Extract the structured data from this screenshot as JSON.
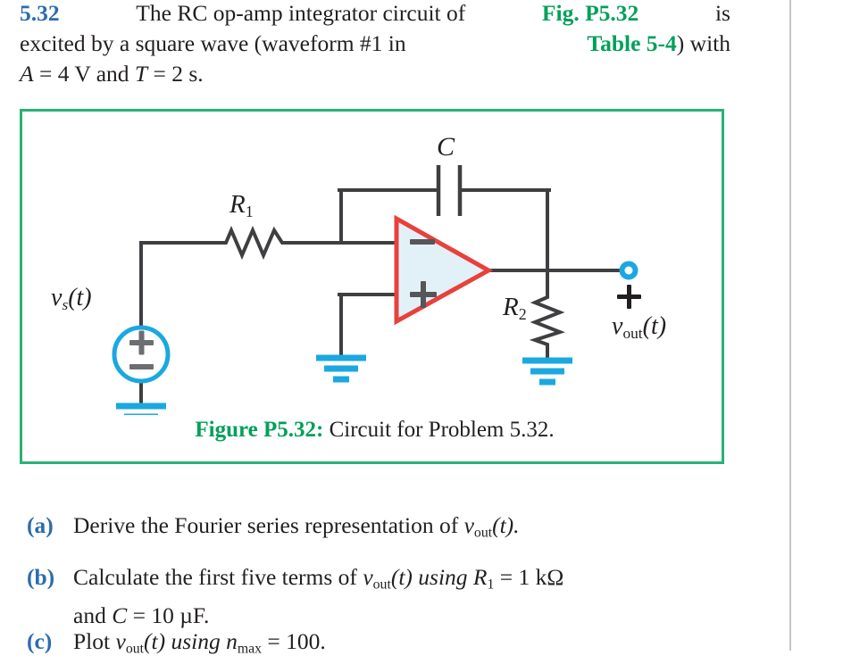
{
  "problem": {
    "number": "5.32",
    "line1": {
      "seg1": "The RC op-amp integrator circuit of",
      "figref": "Fig. P5.32",
      "seg2": "is"
    },
    "line2": {
      "seg1": "excited by a square wave (waveform #1 in",
      "tabref": "Table 5-4",
      "seg2": ") with"
    },
    "line3": "A = 4 V and T = 2 s.",
    "line3_parts": {
      "amplitude_var": "A",
      "amplitude_value": "= 4 V",
      "and": "and",
      "period_var": "T",
      "period_value": "= 2 s."
    }
  },
  "figure": {
    "caption_label": "Figure P5.32:",
    "caption_text": "Circuit for Problem 5.32.",
    "border_color": "#27b276",
    "circuit": {
      "source_label": "v_s(t)",
      "source_label_v": "v",
      "source_label_sub": "s",
      "source_label_arg": "(t)",
      "source_plus": "+",
      "source_minus": "−",
      "resistor1_label": "R",
      "resistor1_sub": "1",
      "resistor2_label": "R",
      "resistor2_sub": "2",
      "capacitor_label": "C",
      "opamp_inverting": "−",
      "opamp_noninverting": "+",
      "output_plus": "+",
      "output_label_v": "v",
      "output_label_sub": "out",
      "output_label_arg": "(t)",
      "wire_color": "#3f3f42",
      "accent_blue": "#1ba8e0",
      "opamp_edge_color": "#e8413c",
      "opamp_fill_color": "#e2f1f8"
    }
  },
  "parts": [
    {
      "label": "(a)",
      "lines": [
        "Derive the Fourier series representation of v_out(t)."
      ]
    },
    {
      "label": "(b)",
      "lines": [
        "Calculate the first five terms of v_out(t) using R_1 = 1 kΩ",
        "and C = 10 µF."
      ]
    },
    {
      "label": "(c)",
      "lines": [
        "Plot v_out(t) using n_max = 100."
      ]
    }
  ],
  "part_a_text": {
    "pre": "Derive the Fourier series representation of",
    "v": "v",
    "sub": "out",
    "post": "(t)."
  },
  "part_b_text": {
    "pre": "Calculate the first five terms of",
    "v": "v",
    "sub": "out",
    "mid": "(t) using",
    "r": "R",
    "rsub": "1",
    "req": "= 1 kΩ",
    "line2_and": "and",
    "line2_c": "C",
    "line2_val": "= 10 µF."
  },
  "part_c_text": {
    "pre": "Plot",
    "v": "v",
    "sub": "out",
    "mid": "(t) using",
    "n": "n",
    "nsub": "max",
    "neq": "= 100."
  },
  "colors": {
    "problem_number": "#2b6cb0",
    "reference_green": "#00a05a",
    "part_label_blue": "#2b6cb0",
    "divider": "#c6c6c6",
    "text": "#231f20"
  }
}
